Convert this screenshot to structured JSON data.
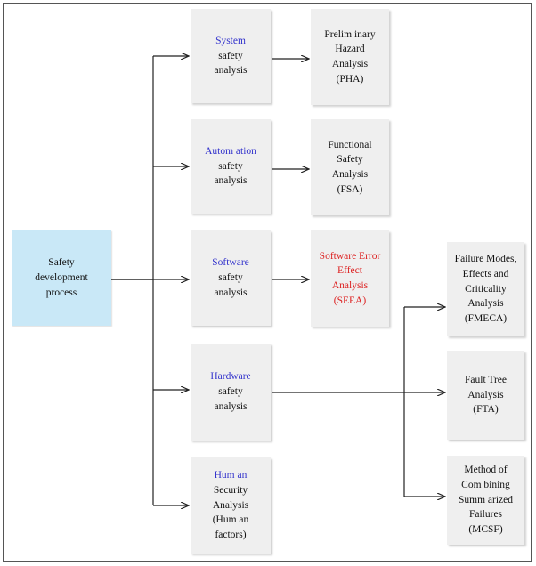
{
  "root": {
    "lines": [
      "Safety",
      "development",
      "process"
    ]
  },
  "analyses": [
    {
      "head": "System",
      "lines": [
        "safety",
        "analysis"
      ]
    },
    {
      "head": "Autom ation",
      "lines": [
        "safety",
        "analysis"
      ]
    },
    {
      "head": "Software",
      "lines": [
        "safety",
        "analysis"
      ]
    },
    {
      "head": "Hardware",
      "lines": [
        "safety",
        "analysis"
      ]
    },
    {
      "head": "Hum an",
      "lines": [
        "Security",
        "Analysis",
        "(Hum an",
        "factors)"
      ]
    }
  ],
  "methods": [
    {
      "lines": [
        "Prelim inary",
        "Hazard",
        "Analysis",
        "(PHA)"
      ]
    },
    {
      "lines": [
        "Functional",
        "Safety",
        "Analysis",
        "(FSA)"
      ]
    },
    {
      "lines": [
        "Software Error",
        "Effect",
        "Analysis",
        "(SEEA)"
      ]
    }
  ],
  "hardware_methods": [
    {
      "lines": [
        "Failure Modes,",
        "Effects and",
        "Criticality",
        "Analysis",
        "(FMECA)"
      ]
    },
    {
      "lines": [
        "Fault Tree",
        "Analysis",
        "(FTA)"
      ]
    },
    {
      "lines": [
        "Method of",
        "Com bining",
        "Summ arized",
        "Failures",
        "(MCSF)"
      ]
    }
  ],
  "colors": {
    "root_fill": "#c9e8f7",
    "box_fill": "#efefef",
    "head_text": "#3333cc",
    "highlight_text": "#dd2222",
    "line": "#222222"
  }
}
